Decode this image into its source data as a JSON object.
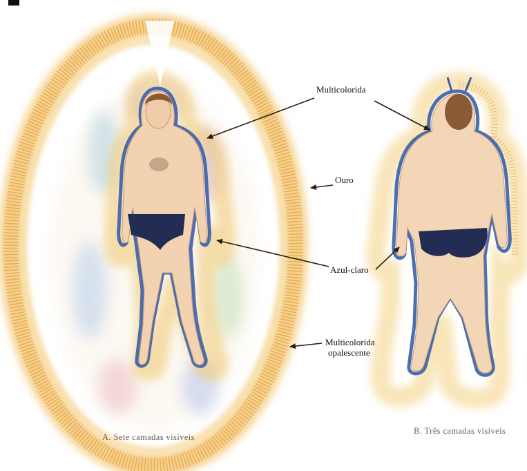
{
  "labels": {
    "multicolorida_1": "Multicolorida",
    "ouro": "Ouro",
    "azul_claro": "Azul-claro",
    "multicolorida_opal_line1": "Multicolorida",
    "multicolorida_opal_line2": "opalescente"
  },
  "captions": {
    "a": "A. Sete camadas visíveis",
    "b": "B. Três camadas visíveis"
  },
  "colors": {
    "gold": "#f2c46b",
    "gold_dark": "#e0a040",
    "light_blue": "#3a5fa8",
    "skin": "#f2d2b0",
    "hair": "#8a5a35",
    "briefs": "#232c52"
  }
}
